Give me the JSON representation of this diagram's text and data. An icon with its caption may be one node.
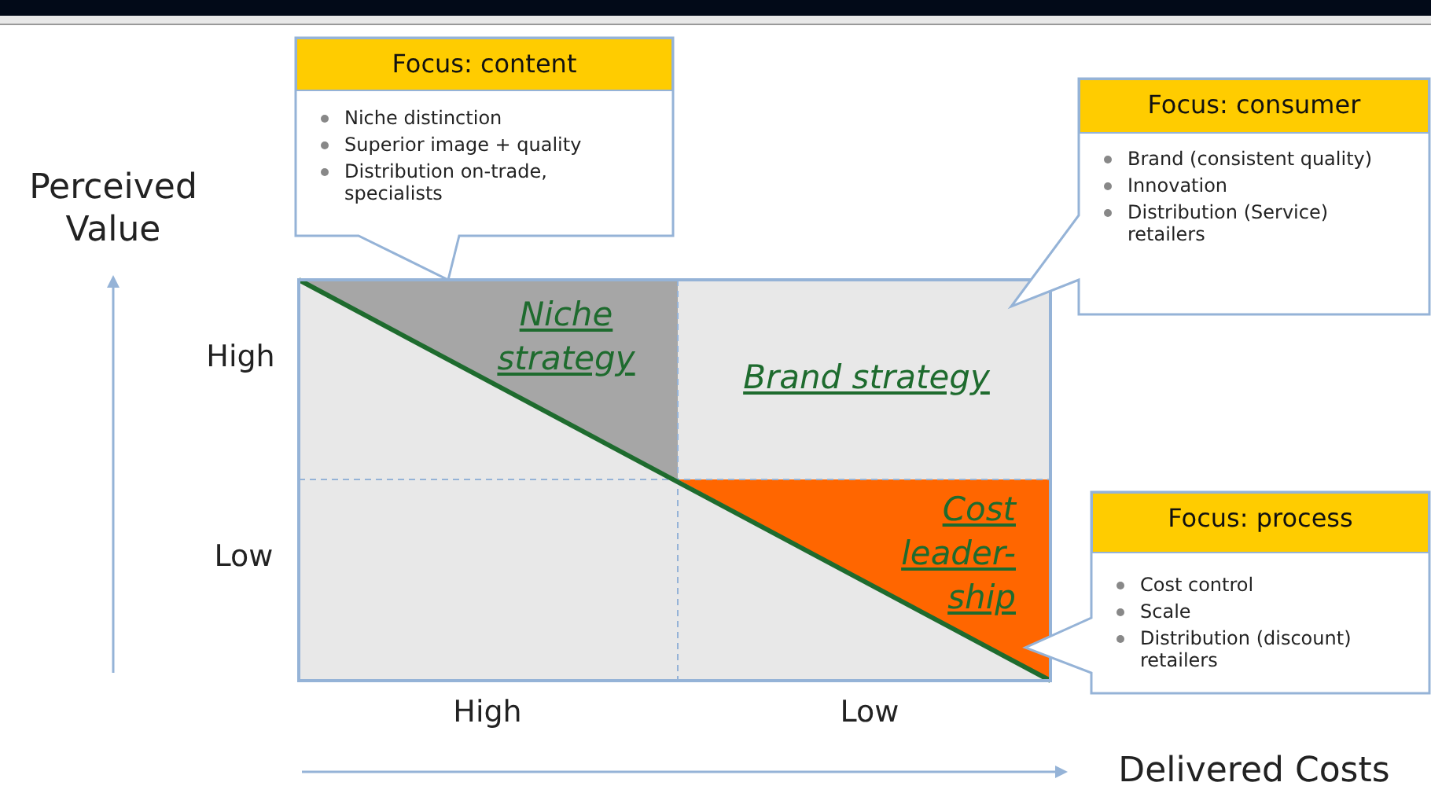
{
  "diagram": {
    "nodes": [
      {
        "text": [],
        "shape": "box"
      },
      {
        "text": [
          "Niche strategy"
        ],
        "in": 0
      },
      {
        "text": [
          "Brand strategy"
        ],
        "in": 0
      },
      {
        "text": [
          "Cost leader-ship"
        ],
        "in": 0
      },
      {
        "text": [
          "Focus: content",
          "Niche distinction",
          "Superior image + quality",
          "Distribution on-trade, specialists"
        ]
      },
      {
        "text": [
          "Focus: consumer",
          "Brand (consistent quality)",
          "Innovation",
          "Distribution (Service) retailers"
        ]
      },
      {
        "text": [
          "Focus: process",
          "Cost control",
          "Scale",
          "Distribution (discount) retailers"
        ]
      }
    ],
    "labels": [
      "Perceived Value",
      "High",
      "Low",
      "High",
      "Low",
      "Delivered Costs"
    ]
  }
}
